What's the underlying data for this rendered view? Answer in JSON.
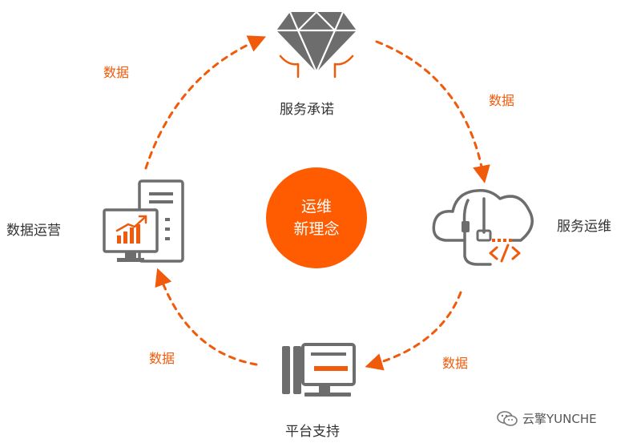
{
  "center": {
    "line1": "运维",
    "line2": "新理念"
  },
  "nodes": {
    "top": {
      "label": "服务承诺",
      "icon": "diamond-icon"
    },
    "right": {
      "label": "服务运维",
      "icon": "cloud-code-icon"
    },
    "bottom": {
      "label": "平台支持",
      "icon": "terminal-monitor-icon"
    },
    "left": {
      "label": "数据运营",
      "icon": "computer-chart-icon"
    }
  },
  "arrow_labels": {
    "top_left": "数据",
    "top_right": "数据",
    "bottom_right": "数据",
    "bottom_left": "数据"
  },
  "watermark": {
    "text": "云擎YUNCHE",
    "icon": "wechat-icon"
  },
  "colors": {
    "accent": "#ff5b00",
    "icon_gray": "#6d6d6d",
    "text": "#333333"
  }
}
